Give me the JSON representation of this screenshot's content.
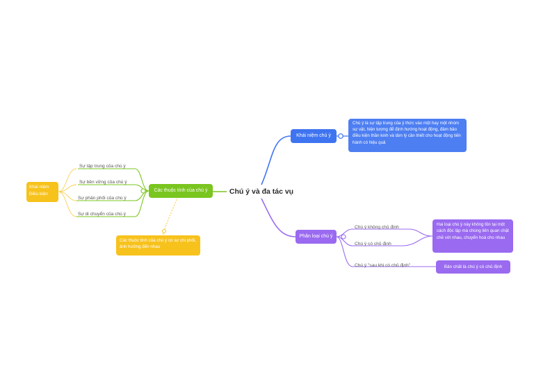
{
  "central": "Chú ý và đa tác vụ",
  "blue": {
    "topic": "Khái niệm chú ý",
    "note": "Chú ý là sự tập trung của ý thức vào một hay một nhóm sự vật, hiện tượng để định hướng hoạt động, đảm bảo điều kiện thần kinh và tâm lý cần thiết cho hoạt động tiến hành có hiệu quả",
    "color": "#3f74f0"
  },
  "purple": {
    "topic": "Phân loại chú ý",
    "items": [
      "Chú ý không chủ định",
      "Chú ý có chủ định",
      "Chú ý \"sau khi có chủ định\""
    ],
    "note_pair": "Hai loại chú ý này không tồn tại một cách độc lập mà chúng liên quan chặt chẽ với nhau, chuyển hoá cho nhau",
    "note_single": "Bản chất là chú ý có chủ định",
    "color": "#9a6af0"
  },
  "green": {
    "topic": "Các thuộc tính của chú ý",
    "items": [
      "Sự tập trung của chú ý",
      "Sự bền vững của chú ý",
      "Sự phân phối của chú ý",
      "Sự di chuyển của chú ý"
    ],
    "color": "#7ac51f"
  },
  "yellow": {
    "summary": "Khái niệm Điều kiện",
    "note": "Các thuộc tính của chú ý có sự chi phối, ảnh hưởng đến nhau",
    "color": "#f7c21c"
  }
}
